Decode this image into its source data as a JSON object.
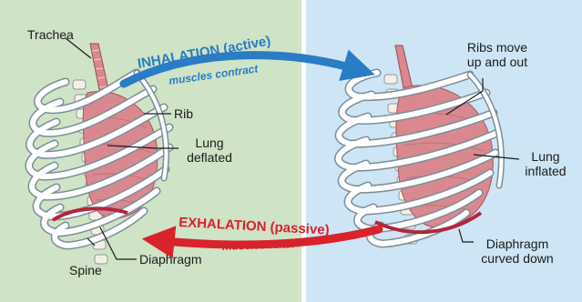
{
  "colors": {
    "left_panel_bg": "#cfe3c6",
    "right_panel_bg": "#cde5f4",
    "inhalation_arrow": "#2a7cc4",
    "exhalation_arrow": "#d8232a",
    "lung": "#d9888f",
    "diaphragm": "#b3263a",
    "rib_fill": "#ffffff",
    "rib_stroke": "#7b8e98"
  },
  "labels": {
    "trachea": "Trachea",
    "rib": "Rib",
    "lung_deflated_line1": "Lung",
    "lung_deflated_line2": "deflated",
    "diaphragm_left": "Diaphragm",
    "spine": "Spine",
    "ribs_move_line1": "Ribs move",
    "ribs_move_line2": "up and out",
    "lung_inflated_line1": "Lung",
    "lung_inflated_line2": "inflated",
    "diaphragm_right_line1": "Diaphragm",
    "diaphragm_right_line2": "curved down"
  },
  "inhalation": {
    "title": "INHALATION (active)",
    "subtitle": "muscles contract"
  },
  "exhalation": {
    "title": "EXHALATION (passive)",
    "subtitle": "muscles relax"
  }
}
